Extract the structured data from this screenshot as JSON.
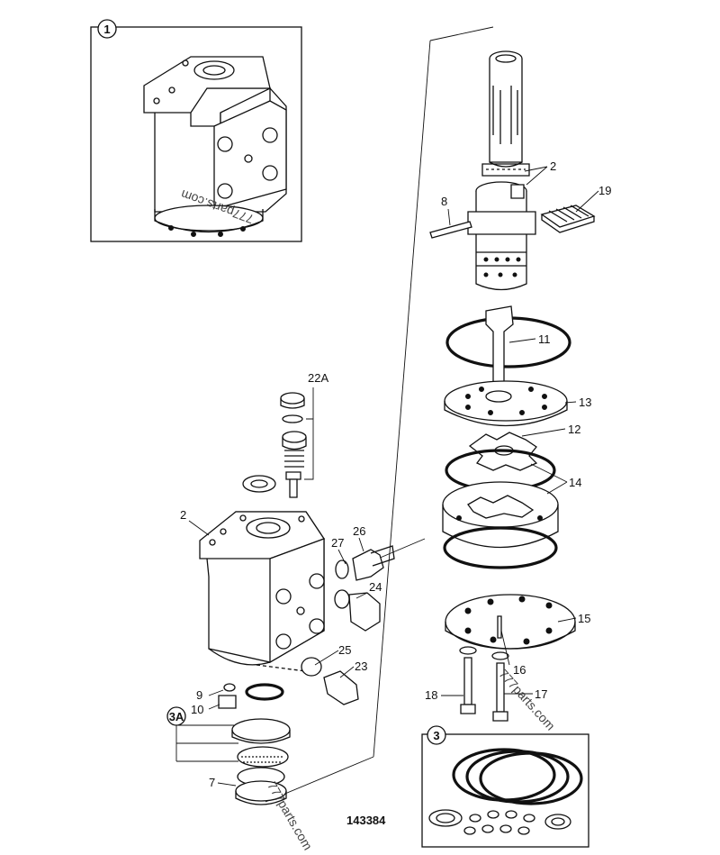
{
  "diagram": {
    "drawing_number": "143384",
    "watermarks": [
      "777parts.com",
      "777parts.com",
      "777parts.com"
    ],
    "groups": [
      {
        "key": "g1",
        "label": "1"
      },
      {
        "key": "g3",
        "label": "3"
      },
      {
        "key": "g3a",
        "label": "3A"
      }
    ],
    "callouts": [
      {
        "key": "c2a",
        "label": "2"
      },
      {
        "key": "c2b",
        "label": "2"
      },
      {
        "key": "c7",
        "label": "7"
      },
      {
        "key": "c8",
        "label": "8"
      },
      {
        "key": "c9",
        "label": "9"
      },
      {
        "key": "c10",
        "label": "10"
      },
      {
        "key": "c11",
        "label": "11"
      },
      {
        "key": "c12",
        "label": "12"
      },
      {
        "key": "c13",
        "label": "13"
      },
      {
        "key": "c14",
        "label": "14"
      },
      {
        "key": "c15",
        "label": "15"
      },
      {
        "key": "c16",
        "label": "16"
      },
      {
        "key": "c17",
        "label": "17"
      },
      {
        "key": "c18",
        "label": "18"
      },
      {
        "key": "c19",
        "label": "19"
      },
      {
        "key": "c22a",
        "label": "22A"
      },
      {
        "key": "c23",
        "label": "23"
      },
      {
        "key": "c24",
        "label": "24"
      },
      {
        "key": "c25",
        "label": "25"
      },
      {
        "key": "c26",
        "label": "26"
      },
      {
        "key": "c27",
        "label": "27"
      }
    ]
  }
}
